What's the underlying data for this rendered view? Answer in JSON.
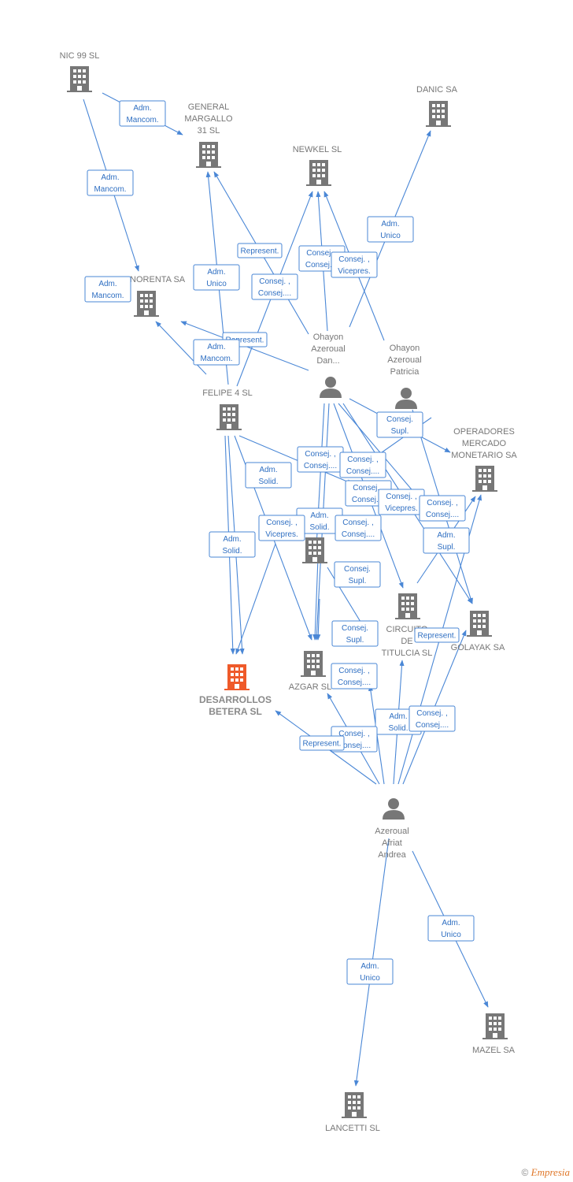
{
  "colors": {
    "edge": "#4a87d6",
    "company": "#777777",
    "main_company": "#ef5a2a",
    "person": "#777777",
    "label_text": "#2f6fc2"
  },
  "nodes": [
    {
      "id": "nic99",
      "type": "company",
      "name_lines": [
        "NIC 99  SL"
      ]
    },
    {
      "id": "general",
      "type": "company",
      "name_lines": [
        "GENERAL",
        "MARGALLO",
        "31  SL"
      ]
    },
    {
      "id": "danic",
      "type": "company",
      "name_lines": [
        "DANIC SA"
      ]
    },
    {
      "id": "newkel",
      "type": "company",
      "name_lines": [
        "NEWKEL  SL"
      ]
    },
    {
      "id": "hispano",
      "type": "company",
      "name_lines": [
        "HISPANORENTA SA"
      ]
    },
    {
      "id": "ohayon_dan",
      "type": "person",
      "name_lines": [
        "Ohayon",
        "Azeroual",
        "Dan..."
      ]
    },
    {
      "id": "ohayon_pat",
      "type": "person",
      "name_lines": [
        "Ohayon",
        "Azeroual",
        "Patricia"
      ]
    },
    {
      "id": "felipe",
      "type": "company",
      "name_lines": [
        "FELIPE 4  SL"
      ]
    },
    {
      "id": "operadores",
      "type": "company",
      "name_lines": [
        "OPERADORES",
        "MERCADO",
        "MONETARIO SA"
      ]
    },
    {
      "id": "unnamed",
      "type": "company",
      "name_lines": []
    },
    {
      "id": "circuito",
      "type": "company",
      "name_lines": [
        "CIRCUITO",
        "DE",
        "TITULCIA  SL"
      ]
    },
    {
      "id": "golayak",
      "type": "company",
      "name_lines": [
        "GOLAYAK SA"
      ]
    },
    {
      "id": "azgar",
      "type": "company",
      "name_lines": [
        "AZGAR  SL"
      ]
    },
    {
      "id": "desarrollos",
      "type": "company",
      "main": true,
      "name_lines": [
        "DESARROLLOS",
        "BETERA  SL"
      ]
    },
    {
      "id": "andrea",
      "type": "person",
      "name_lines": [
        "Azeroual",
        "Afriat",
        "Andrea"
      ]
    },
    {
      "id": "mazel",
      "type": "company",
      "name_lines": [
        "MAZEL SA"
      ]
    },
    {
      "id": "lancetti",
      "type": "company",
      "name_lines": [
        "LANCETTI  SL"
      ]
    }
  ],
  "relation_labels": [
    {
      "lines": [
        "Adm.",
        "Mancom."
      ]
    },
    {
      "lines": [
        "Adm.",
        "Mancom."
      ]
    },
    {
      "lines": [
        "Adm.",
        "Unico"
      ]
    },
    {
      "lines": [
        "Represent."
      ]
    },
    {
      "lines": [
        "Adm.",
        "Mancom."
      ]
    },
    {
      "lines": [
        "Consej. ,",
        "Consej...."
      ]
    },
    {
      "lines": [
        "Consej. ,",
        "Consej...."
      ]
    },
    {
      "lines": [
        "Consej. ,",
        "Vicepres."
      ]
    },
    {
      "lines": [
        "Represent."
      ]
    },
    {
      "lines": [
        "Adm.",
        "Mancom."
      ]
    },
    {
      "lines": [
        "Adm.",
        "Unico"
      ]
    },
    {
      "lines": [
        "Consej. ,",
        "Consej...."
      ]
    },
    {
      "lines": [
        "Consej. ,",
        "Consej...."
      ]
    },
    {
      "lines": [
        "Consej.",
        "Supl."
      ]
    },
    {
      "lines": [
        "Adm.",
        "Solid."
      ]
    },
    {
      "lines": [
        "Consej. ,",
        "Consej...."
      ]
    },
    {
      "lines": [
        "Consej. ,",
        "Vicepres."
      ]
    },
    {
      "lines": [
        "Consej. ,",
        "Consej...."
      ]
    },
    {
      "lines": [
        "Adm.",
        "Solid."
      ]
    },
    {
      "lines": [
        "Consej. ,",
        "Consej...."
      ]
    },
    {
      "lines": [
        "Consej. ,",
        "Vicepres."
      ]
    },
    {
      "lines": [
        "Adm.",
        "Supl."
      ]
    },
    {
      "lines": [
        "Adm.",
        "Solid."
      ]
    },
    {
      "lines": [
        "Consej.",
        "Supl."
      ]
    },
    {
      "lines": [
        "Represent."
      ]
    },
    {
      "lines": [
        "Consej.",
        "Supl."
      ]
    },
    {
      "lines": [
        "Consej. ,",
        "Consej...."
      ]
    },
    {
      "lines": [
        "Adm.",
        "Solid."
      ]
    },
    {
      "lines": [
        "Consej. ,",
        "Consej...."
      ]
    },
    {
      "lines": [
        "Consej. ,",
        "Consej...."
      ]
    },
    {
      "lines": [
        "Represent."
      ]
    },
    {
      "lines": [
        "Adm.",
        "Unico"
      ]
    },
    {
      "lines": [
        "Adm.",
        "Unico"
      ]
    }
  ],
  "footer": {
    "copyright": "©",
    "brand": "Empresia"
  }
}
